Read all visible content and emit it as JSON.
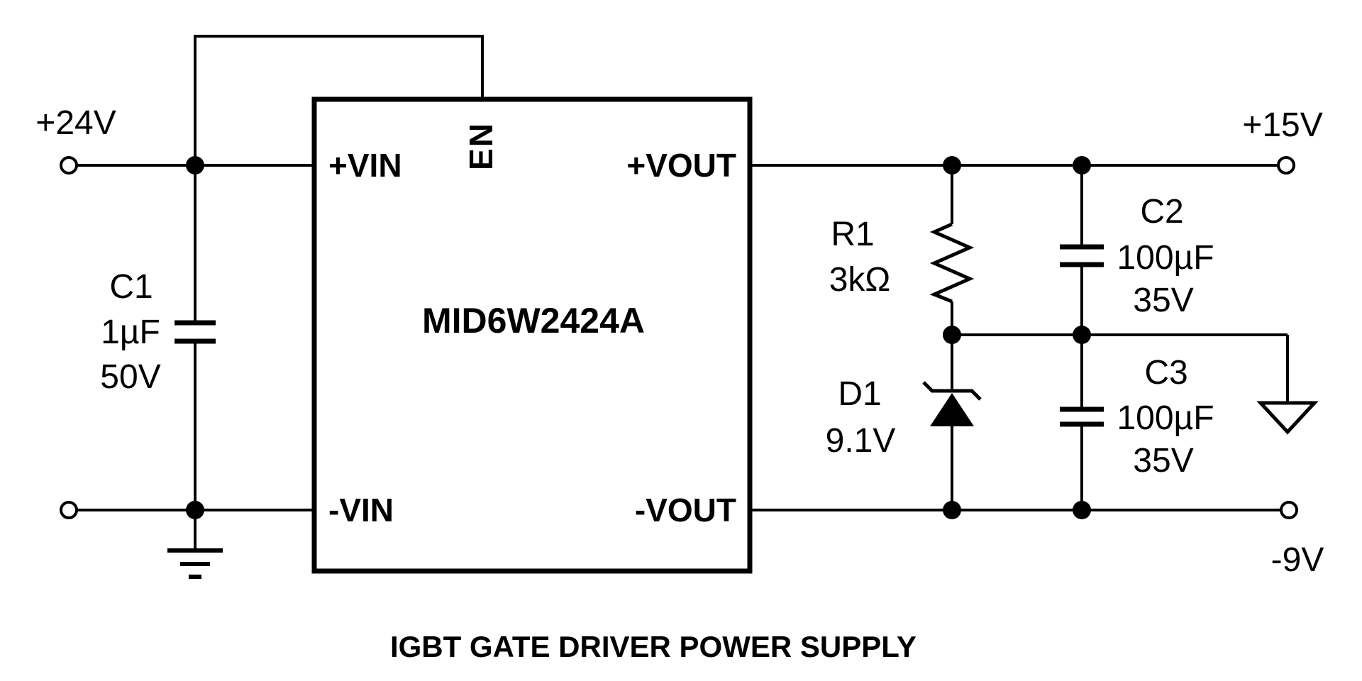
{
  "diagram": {
    "caption": "IGBT GATE DRIVER POWER SUPPLY",
    "module": {
      "part": "MID6W2424A",
      "pin_vin_pos": "+VIN",
      "pin_en": "EN",
      "pin_vout_pos": "+VOUT",
      "pin_vin_neg": "-VIN",
      "pin_vout_neg": "-VOUT"
    },
    "terminals": {
      "vin": "+24V",
      "vout_pos": "+15V",
      "vout_neg": "-9V"
    },
    "components": {
      "c1_ref": "C1",
      "c1_value": "1µF",
      "c1_rating": "50V",
      "r1_ref": "R1",
      "r1_value": "3kΩ",
      "d1_ref": "D1",
      "d1_value": "9.1V",
      "c2_ref": "C2",
      "c2_value": "100µF",
      "c2_rating": "35V",
      "c3_ref": "C3",
      "c3_value": "100µF",
      "c3_rating": "35V"
    },
    "colors": {
      "line": "#000000",
      "background": "#ffffff"
    }
  }
}
